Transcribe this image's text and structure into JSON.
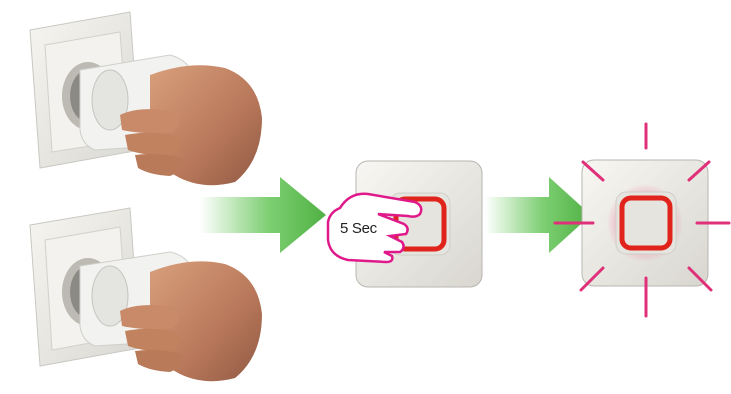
{
  "press_label": "5 Sec",
  "colors": {
    "arrow_green": "#5cc24e",
    "led_red": "#e0231b",
    "glow_magenta": "#e0307a",
    "hand_outline": "#e0198a",
    "wall_plate": "#ecebe6"
  },
  "icons": [
    "wall-socket-with-plug",
    "hand-plugging-adapter",
    "green-arrow",
    "device-button",
    "pointing-hand-icon",
    "blinking-led"
  ]
}
